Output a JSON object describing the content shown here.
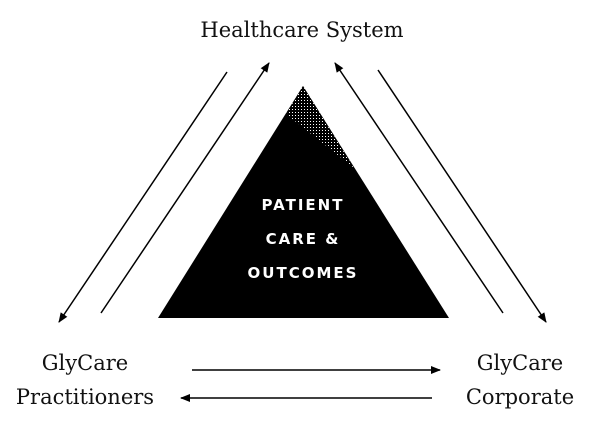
{
  "nodes": {
    "top": {
      "label": "Healthcare System"
    },
    "left": {
      "line1": "GlyCare",
      "line2": "Practitioners"
    },
    "right": {
      "line1": "GlyCare",
      "line2": "Corporate"
    }
  },
  "center": {
    "line1": "PATIENT",
    "line2": "CARE &",
    "line3": "OUTCOMES"
  },
  "colors": {
    "ink": "#000000",
    "background": "#ffffff"
  }
}
